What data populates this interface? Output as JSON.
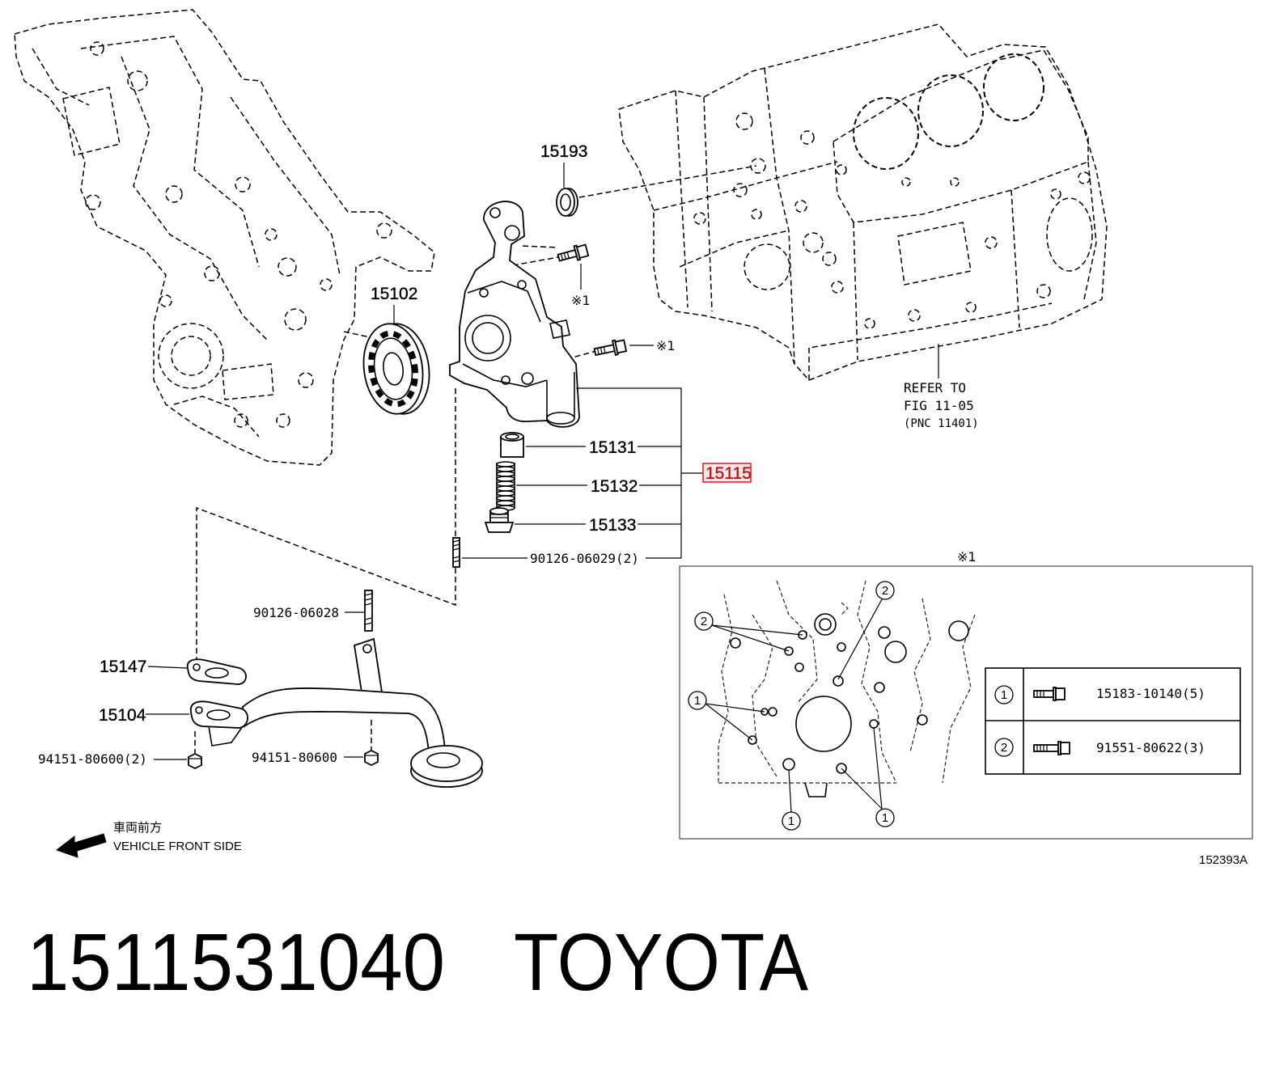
{
  "diagram": {
    "callouts": {
      "seal_15193": "15193",
      "rotor_15102": "15102",
      "valve_15131": "15131",
      "spring_15132": "15132",
      "plug_15133": "15133",
      "pump_15115": "15115",
      "stud_90126_06029": "90126-06029(2)",
      "stud_90126_06028": "90126-06028",
      "gasket_15147": "15147",
      "strainer_15104": "15104",
      "nut_94151_80600_qty2": "94151-80600(2)",
      "nut_94151_80600": "94151-80600"
    },
    "bolt_note_top": "※1",
    "bolt_note_side": "※1",
    "reference": {
      "line1": "REFER TO",
      "line2": "FIG 11-05",
      "line3": "(PNC 11401)"
    },
    "highlight": {
      "border_color": "#e0252f",
      "fill_color": "#fde4e4",
      "text_color": "#b3121c"
    }
  },
  "inset": {
    "title": "※1",
    "callouts": [
      "2",
      "2",
      "1",
      "1",
      "1"
    ],
    "legend": [
      {
        "symbol": "1",
        "part_number": "15183-10140(5)"
      },
      {
        "symbol": "2",
        "part_number": "91551-80622(3)"
      }
    ]
  },
  "direction": {
    "jp": "車両前方",
    "en": "VEHICLE FRONT SIDE",
    "icon": "front-arrow-icon"
  },
  "figure_code": "152393A",
  "caption": {
    "part_number": "1511531040",
    "brand": "TOYOTA"
  }
}
